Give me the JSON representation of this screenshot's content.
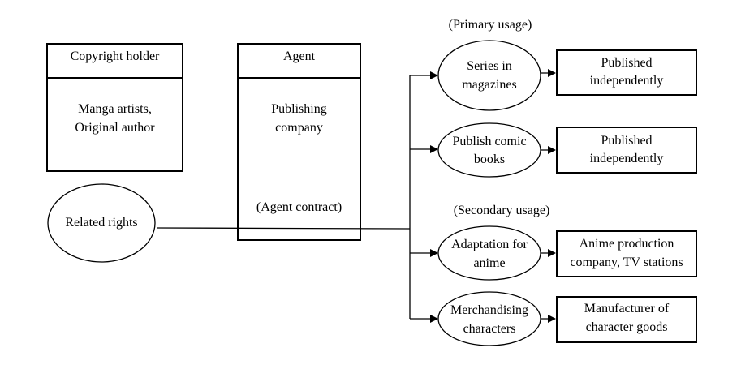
{
  "copyright_holder": {
    "header": "Copyright holder",
    "body_lines": [
      "Manga artists,",
      "Original author"
    ]
  },
  "agent": {
    "header": "Agent",
    "body_lines": [
      "Publishing",
      "company"
    ],
    "contract": "(Agent contract)"
  },
  "related_rights": "Related rights",
  "primary_usage": {
    "heading": "(Primary usage)",
    "items": [
      {
        "usage_lines": [
          "Series in",
          "magazines"
        ],
        "target_lines": [
          "Published",
          "independently"
        ]
      },
      {
        "usage_lines": [
          "Publish comic",
          "books"
        ],
        "target_lines": [
          "Published",
          "independently"
        ]
      }
    ]
  },
  "secondary_usage": {
    "heading": "(Secondary usage)",
    "items": [
      {
        "usage_lines": [
          "Adaptation for",
          "anime"
        ],
        "target_lines": [
          "Anime production",
          "company, TV stations"
        ]
      },
      {
        "usage_lines": [
          "Merchandising",
          "characters"
        ],
        "target_lines": [
          "Manufacturer of",
          "character goods"
        ]
      }
    ]
  }
}
